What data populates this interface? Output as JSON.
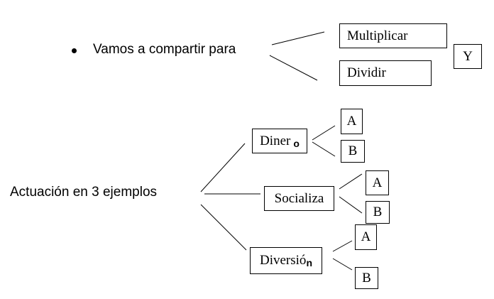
{
  "top": {
    "bullet_text": "Vamos a compartir para",
    "options": [
      "Multiplicar",
      "Dividir"
    ],
    "connector": "Y"
  },
  "bottom": {
    "root": "Actuación en 3 ejemplos",
    "branches": [
      {
        "label": "Diner",
        "suffix": "o",
        "children": [
          "A",
          "B"
        ]
      },
      {
        "label": "Socializa",
        "suffix": "",
        "children": [
          "A",
          "B"
        ]
      },
      {
        "label": "Diversió",
        "suffix": "n",
        "children": [
          "A",
          "B"
        ]
      }
    ]
  }
}
